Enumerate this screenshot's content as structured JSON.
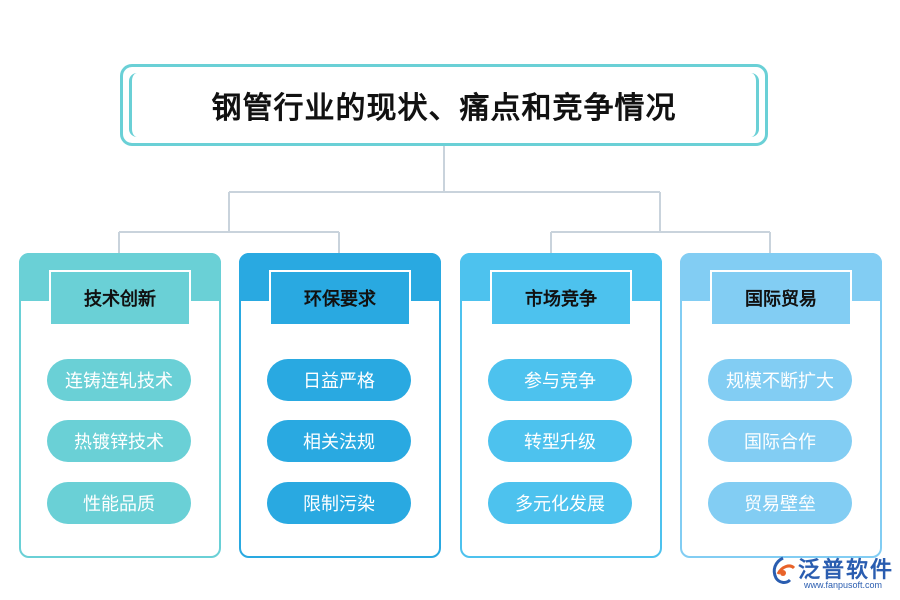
{
  "title": "钢管行业的现状、痛点和竞争情况",
  "panels": [
    {
      "header": "技术创新",
      "items": [
        "连铸连轧技术",
        "热镀锌技术",
        "性能品质"
      ],
      "colors": {
        "top": "#6ad0d6",
        "header": "#6ad0d6",
        "pill": "#6ad0d6",
        "border": "#6ad0d6"
      }
    },
    {
      "header": "环保要求",
      "items": [
        "日益严格",
        "相关法规",
        "限制污染"
      ],
      "colors": {
        "top": "#29a9e1",
        "header": "#29a9e1",
        "pill": "#29a9e1",
        "border": "#29a9e1"
      }
    },
    {
      "header": "市场竞争",
      "items": [
        "参与竞争",
        "转型升级",
        "多元化发展"
      ],
      "colors": {
        "top": "#4dc2ee",
        "header": "#4dc2ee",
        "pill": "#4dc2ee",
        "border": "#4dc2ee"
      }
    },
    {
      "header": "国际贸易",
      "items": [
        "规模不断扩大",
        "国际合作",
        "贸易壁垒"
      ],
      "colors": {
        "top": "#82cdf3",
        "header": "#82cdf3",
        "pill": "#82cdf3",
        "border": "#82cdf3"
      }
    }
  ],
  "logo": {
    "name": "泛普软件",
    "url": "www.fanpusoft.com",
    "icon": "fanpu-logo-icon"
  }
}
